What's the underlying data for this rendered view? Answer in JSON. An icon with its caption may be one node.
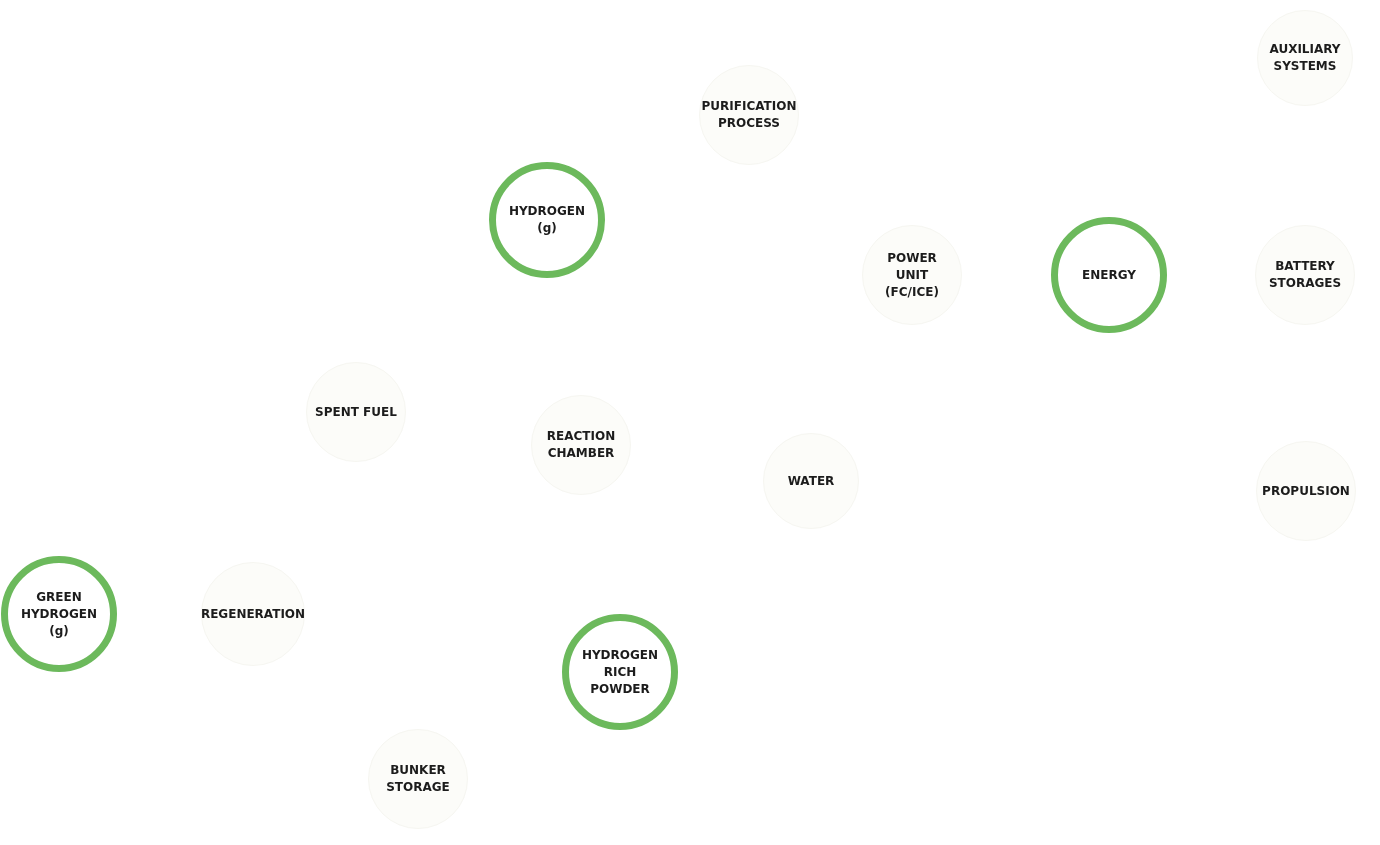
{
  "diagram": {
    "nodes": [
      {
        "text": [
          "AUXILIARY SYSTEMS"
        ]
      },
      {
        "text": [
          "PURIFICATION PROCESS"
        ]
      },
      {
        "text": [
          "HYDROGEN (g)"
        ]
      },
      {
        "text": [
          "POWER UNIT (FC/ICE)"
        ]
      },
      {
        "text": [
          "ENERGY"
        ]
      },
      {
        "text": [
          "BATTERY STORAGES"
        ]
      },
      {
        "text": [
          "SPENT FUEL"
        ]
      },
      {
        "text": [
          "REACTION CHAMBER"
        ]
      },
      {
        "text": [
          "WATER"
        ]
      },
      {
        "text": [
          "PROPULSION"
        ]
      },
      {
        "text": [
          "GREEN HYDROGEN (g)"
        ]
      },
      {
        "text": [
          "REGENERATION"
        ]
      },
      {
        "text": [
          "HYDROGEN RICH POWDER"
        ]
      },
      {
        "text": [
          "BUNKER STORAGE"
        ]
      }
    ]
  }
}
